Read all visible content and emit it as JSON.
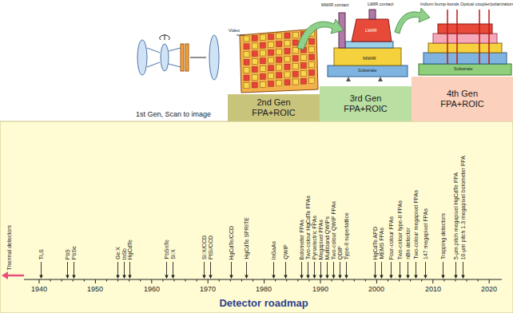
{
  "diagram": {
    "caption": "Detector roadmap",
    "nodes": [
      {
        "text": [
          "2nd Gen FPA+ROIC"
        ]
      },
      {
        "text": [
          "3rd Gen FPA+ROIC"
        ]
      },
      {
        "text": [
          "4th Gen FPA+ROIC"
        ]
      }
    ],
    "labels": [
      "1st Gen, Scan to image",
      "Video",
      "MWIR contact",
      "LWIR contact",
      "LWIR",
      "MWIR",
      "Substrate",
      "Indium bump-bonds",
      "Optical coupler/polarization",
      "Substrate",
      "Thermal detectors",
      "Tl₂S",
      "PbS",
      "PbSe",
      "Ge:X",
      "InSb",
      "HgCdTe",
      "PbSnTe",
      "Si:X",
      "Si:X/CCD",
      "PtSi/CCD",
      "HgCdTe/CCD",
      "HgCdTe SPRITE",
      "InGaAs",
      "QWIP",
      "Bolometer FPAs",
      "Two-colour HgCdTe FPAs",
      "Pyroelectric FPAs",
      "Megapixel FPAs",
      "Multiband QWIPs",
      "Two-colour QWIP FPAs",
      "QDIP",
      "Type-II superlattice",
      "HgCdTe APD",
      "MEMS FPAs",
      "Four-colour FPAs",
      "Two-colour type-II FPAs",
      "nBn detector",
      "Two-colour megapixel FPAs",
      "147 megapixel FPAs",
      "Trapping detectors",
      "5-µm pitch megapixel HgCdTe FPA",
      "10-µm pitch 1.3 megapixel bolometer FPA",
      "1940",
      "1950",
      "1960",
      "1970",
      "1980",
      "1990",
      "2000",
      "2010",
      "2020"
    ]
  }
}
